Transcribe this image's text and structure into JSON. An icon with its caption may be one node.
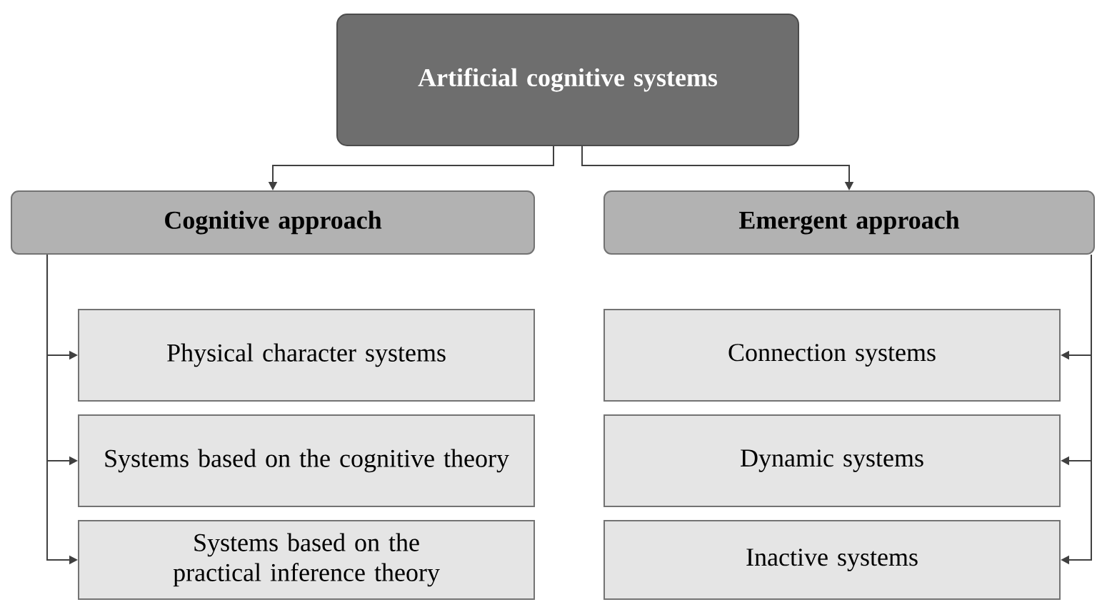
{
  "diagram": {
    "nodes": [
      {
        "text": [
          "Artificial cognitive systems"
        ]
      },
      {
        "text": [
          "Cognitive approach"
        ]
      },
      {
        "text": [
          "Emergent approach"
        ]
      },
      {
        "text": [
          "Physical character systems"
        ]
      },
      {
        "text": [
          "Systems based on the cognitive theory"
        ]
      },
      {
        "text": [
          "Systems based on the practical inference theory"
        ]
      },
      {
        "text": [
          "Connection systems"
        ]
      },
      {
        "text": [
          "Dynamic systems"
        ]
      },
      {
        "text": [
          "Inactive systems"
        ]
      }
    ],
    "edges": [
      {
        "from": 0,
        "to": 1,
        "arrow": "to"
      },
      {
        "from": 0,
        "to": 2,
        "arrow": "to"
      },
      {
        "from": 1,
        "to": 3,
        "arrow": "to"
      },
      {
        "from": 1,
        "to": 4,
        "arrow": "to"
      },
      {
        "from": 1,
        "to": 5,
        "arrow": "to"
      },
      {
        "from": 2,
        "to": 6,
        "arrow": "to"
      },
      {
        "from": 2,
        "to": 7,
        "arrow": "to"
      },
      {
        "from": 2,
        "to": 8,
        "arrow": "to"
      }
    ]
  }
}
